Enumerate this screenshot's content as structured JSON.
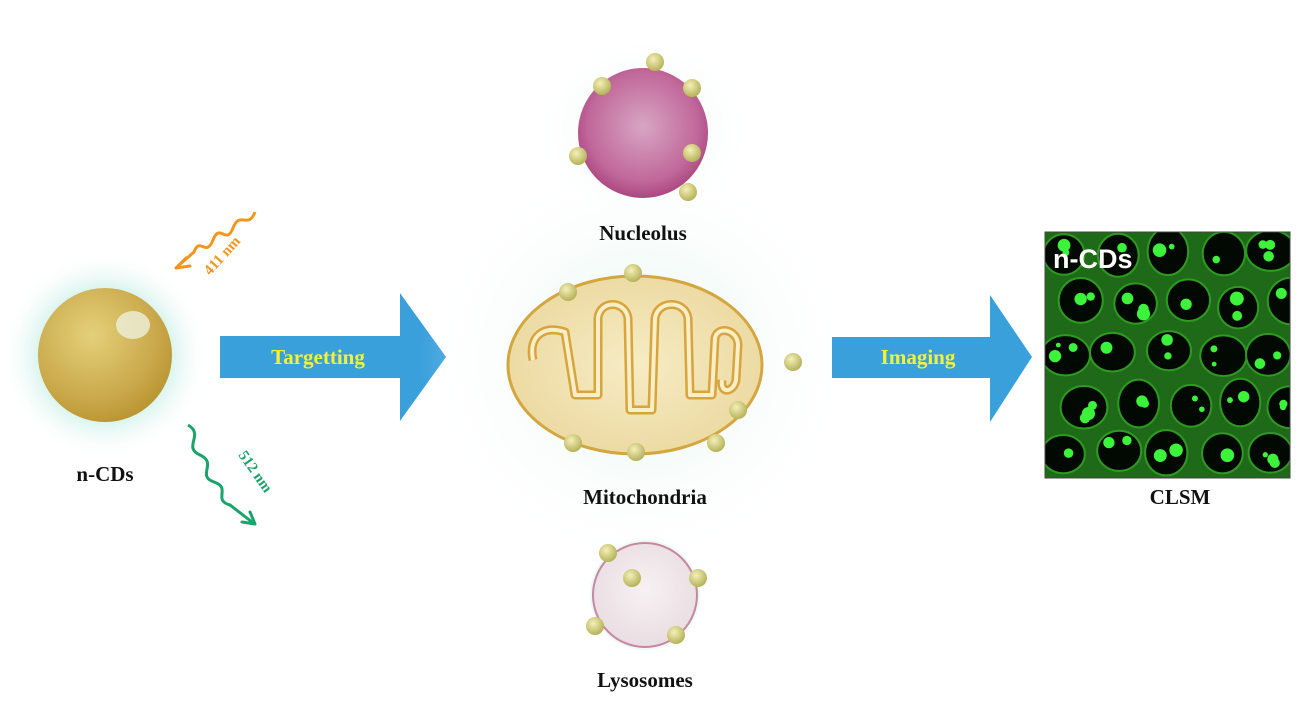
{
  "particle": {
    "label": "n-CDs"
  },
  "emission": {
    "excitation": "411 nm",
    "emission": "512 nm",
    "excitation_color": "#f0961e",
    "emission_color": "#1aa36b"
  },
  "arrows": {
    "targeting": "Targetting",
    "imaging": "Imaging",
    "arrow_color": "#3aa0dc",
    "text_color": "#f5f232"
  },
  "organelles": {
    "nucleolus": "Nucleolus",
    "mitochondria": "Mitochondria",
    "lysosomes": "Lysosomes"
  },
  "result": {
    "image_label": "n-CDs",
    "caption": "CLSM"
  }
}
